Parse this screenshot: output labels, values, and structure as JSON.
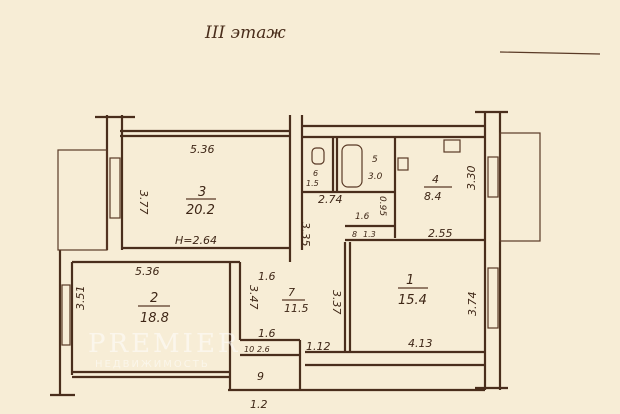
{
  "title": "III этаж",
  "watermark": {
    "brand": "PREMIER",
    "subtitle": "НЕДВИЖИМОСТЬ"
  },
  "rooms": [
    {
      "number": "1",
      "area": "15.4",
      "dims": [
        "4.13",
        "3.74",
        "3.37"
      ]
    },
    {
      "number": "2",
      "area": "18.8",
      "dims": [
        "5.36",
        "3.51",
        "3.47"
      ]
    },
    {
      "number": "3",
      "area": "20.2",
      "dims": [
        "5.36",
        "3.77"
      ]
    },
    {
      "number": "4",
      "area": "8.4",
      "dims": [
        "2.55",
        "3.30"
      ]
    },
    {
      "number": "5",
      "area": "3.0"
    },
    {
      "number": "6",
      "area": "1.5"
    },
    {
      "number": "7",
      "area": "11.5",
      "dims": [
        "1.6",
        "2.74",
        "3.35",
        "1.12"
      ]
    },
    {
      "number": "8",
      "area": "1.3",
      "dims": [
        "1.6",
        "0.95"
      ]
    },
    {
      "number": "9",
      "dims": [
        "1.2"
      ]
    },
    {
      "number": "10",
      "area": "2.6",
      "dims": [
        "1.6"
      ]
    }
  ],
  "ceiling_height": "H=2.64"
}
